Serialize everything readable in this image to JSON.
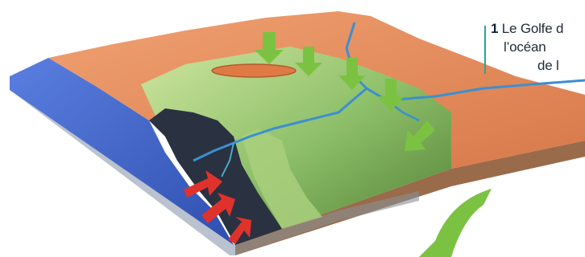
{
  "caption": {
    "number": "1",
    "line1": "Le Golfe d",
    "line2": "l’océan",
    "line3": "de l"
  },
  "colors": {
    "ocean": "#3f63c9",
    "plateau": "#e28a5b",
    "forest_dark": "#5b8c3a",
    "forest_light": "#b9d98a",
    "river": "#3b8fd1",
    "erosion_arrow_land": "#7cc242",
    "erosion_arrow_sea": "#e0322c",
    "accent_teal": "#2aa59a"
  }
}
